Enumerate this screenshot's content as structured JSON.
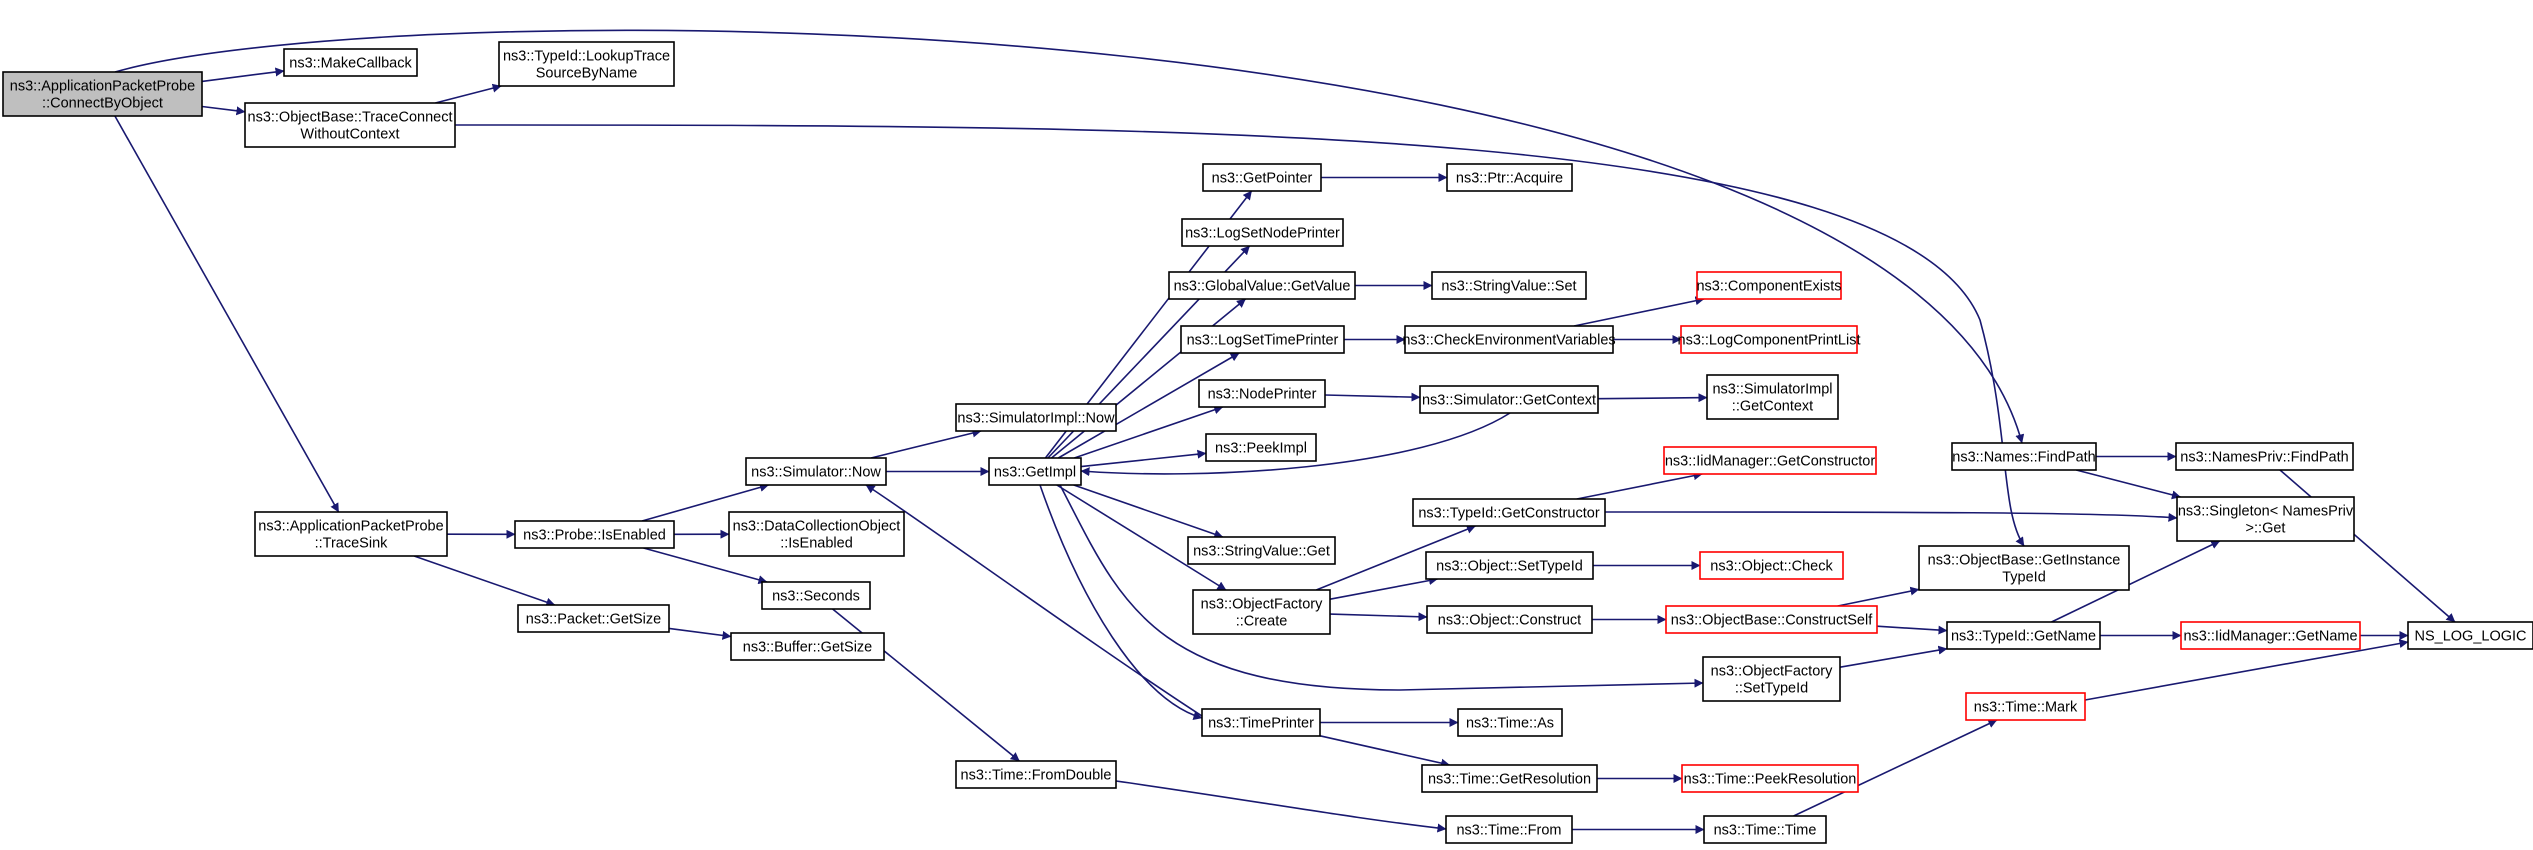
{
  "diagram": {
    "type": "call-graph",
    "colors": {
      "edge": "#191970",
      "root_fill": "#bfbfbf",
      "node_border": "#000000",
      "truncated_border": "#ff0000",
      "background": "#ffffff"
    },
    "nodes": [
      {
        "id": "n_root",
        "lines": [
          "ns3::ApplicationPacketProbe",
          "::ConnectByObject"
        ],
        "root": true
      },
      {
        "id": "n_makecb",
        "lines": [
          "ns3::MakeCallback"
        ]
      },
      {
        "id": "n_tracecon",
        "lines": [
          "ns3::ObjectBase::TraceConnect",
          "WithoutContext"
        ]
      },
      {
        "id": "n_lookup",
        "lines": [
          "ns3::TypeId::LookupTrace",
          "SourceByName"
        ]
      },
      {
        "id": "n_tracesink",
        "lines": [
          "ns3::ApplicationPacketProbe",
          "::TraceSink"
        ]
      },
      {
        "id": "n_probe",
        "lines": [
          "ns3::Probe::IsEnabled"
        ]
      },
      {
        "id": "n_pktsize",
        "lines": [
          "ns3::Packet::GetSize"
        ]
      },
      {
        "id": "n_bufsize",
        "lines": [
          "ns3::Buffer::GetSize"
        ]
      },
      {
        "id": "n_simnow",
        "lines": [
          "ns3::Simulator::Now"
        ]
      },
      {
        "id": "n_dco",
        "lines": [
          "ns3::DataCollectionObject",
          "::IsEnabled"
        ]
      },
      {
        "id": "n_seconds",
        "lines": [
          "ns3::Seconds"
        ]
      },
      {
        "id": "n_fromdouble",
        "lines": [
          "ns3::Time::FromDouble"
        ]
      },
      {
        "id": "n_simimplnow",
        "lines": [
          "ns3::SimulatorImpl::Now"
        ]
      },
      {
        "id": "n_getimpl",
        "lines": [
          "ns3::GetImpl"
        ]
      },
      {
        "id": "n_getpointer",
        "lines": [
          "ns3::GetPointer"
        ]
      },
      {
        "id": "n_logsetnode",
        "lines": [
          "ns3::LogSetNodePrinter"
        ]
      },
      {
        "id": "n_gvget",
        "lines": [
          "ns3::GlobalValue::GetValue"
        ]
      },
      {
        "id": "n_logsettime",
        "lines": [
          "ns3::LogSetTimePrinter"
        ]
      },
      {
        "id": "n_nodeprinter",
        "lines": [
          "ns3::NodePrinter"
        ]
      },
      {
        "id": "n_peekimpl",
        "lines": [
          "ns3::PeekImpl"
        ]
      },
      {
        "id": "n_svget",
        "lines": [
          "ns3::StringValue::Get"
        ]
      },
      {
        "id": "n_ofcreate",
        "lines": [
          "ns3::ObjectFactory",
          "::Create"
        ]
      },
      {
        "id": "n_timeprinter",
        "lines": [
          "ns3::TimePrinter"
        ]
      },
      {
        "id": "n_ptracq",
        "lines": [
          "ns3::Ptr::Acquire"
        ]
      },
      {
        "id": "n_svset",
        "lines": [
          "ns3::StringValue::Set"
        ]
      },
      {
        "id": "n_checkenv",
        "lines": [
          "ns3::CheckEnvironmentVariables"
        ]
      },
      {
        "id": "n_compexists",
        "lines": [
          "ns3::ComponentExists"
        ],
        "truncated": true
      },
      {
        "id": "n_logcomp",
        "lines": [
          "ns3::LogComponentPrintList"
        ],
        "truncated": true
      },
      {
        "id": "n_simgetctx",
        "lines": [
          "ns3::Simulator::GetContext"
        ]
      },
      {
        "id": "n_simimplctx",
        "lines": [
          "ns3::SimulatorImpl",
          "::GetContext"
        ]
      },
      {
        "id": "n_tidgetcons",
        "lines": [
          "ns3::TypeId::GetConstructor"
        ]
      },
      {
        "id": "n_iidgetcons",
        "lines": [
          "ns3::IidManager::GetConstructor"
        ],
        "truncated": true
      },
      {
        "id": "n_objsettid",
        "lines": [
          "ns3::Object::SetTypeId"
        ]
      },
      {
        "id": "n_objcheck",
        "lines": [
          "ns3::Object::Check"
        ],
        "truncated": true
      },
      {
        "id": "n_objconstruct",
        "lines": [
          "ns3::Object::Construct"
        ]
      },
      {
        "id": "n_constructself",
        "lines": [
          "ns3::ObjectBase::ConstructSelf"
        ],
        "truncated": true
      },
      {
        "id": "n_ofsettid",
        "lines": [
          "ns3::ObjectFactory",
          "::SetTypeId"
        ]
      },
      {
        "id": "n_getinst",
        "lines": [
          "ns3::ObjectBase::GetInstance",
          "TypeId"
        ]
      },
      {
        "id": "n_tidgetname",
        "lines": [
          "ns3::TypeId::GetName"
        ]
      },
      {
        "id": "n_iidgetname",
        "lines": [
          "ns3::IidManager::GetName"
        ],
        "truncated": true
      },
      {
        "id": "n_nslog",
        "lines": [
          "NS_LOG_LOGIC"
        ]
      },
      {
        "id": "n_namesfind",
        "lines": [
          "ns3::Names::FindPath"
        ]
      },
      {
        "id": "n_npfind",
        "lines": [
          "ns3::NamesPriv::FindPath"
        ]
      },
      {
        "id": "n_singleton",
        "lines": [
          "ns3::Singleton< NamesPriv",
          " >::Get"
        ]
      },
      {
        "id": "n_timeas",
        "lines": [
          "ns3::Time::As"
        ]
      },
      {
        "id": "n_timegetres",
        "lines": [
          "ns3::Time::GetResolution"
        ]
      },
      {
        "id": "n_peekres",
        "lines": [
          "ns3::Time::PeekResolution"
        ],
        "truncated": true
      },
      {
        "id": "n_timefrom",
        "lines": [
          "ns3::Time::From"
        ]
      },
      {
        "id": "n_timetime",
        "lines": [
          "ns3::Time::Time"
        ]
      },
      {
        "id": "n_timemark",
        "lines": [
          "ns3::Time::Mark"
        ],
        "truncated": true
      }
    ],
    "edges": [
      [
        "n_root",
        "n_makecb"
      ],
      [
        "n_root",
        "n_tracecon"
      ],
      [
        "n_root",
        "n_tracesink"
      ],
      [
        "n_root",
        "n_namesfind"
      ],
      [
        "n_tracecon",
        "n_lookup"
      ],
      [
        "n_tracecon",
        "n_getinst"
      ],
      [
        "n_tracesink",
        "n_probe"
      ],
      [
        "n_tracesink",
        "n_pktsize"
      ],
      [
        "n_pktsize",
        "n_bufsize"
      ],
      [
        "n_probe",
        "n_simnow"
      ],
      [
        "n_probe",
        "n_dco"
      ],
      [
        "n_probe",
        "n_seconds"
      ],
      [
        "n_seconds",
        "n_fromdouble"
      ],
      [
        "n_fromdouble",
        "n_timefrom"
      ],
      [
        "n_simnow",
        "n_simimplnow"
      ],
      [
        "n_simnow",
        "n_getimpl"
      ],
      [
        "n_getimpl",
        "n_getpointer"
      ],
      [
        "n_getimpl",
        "n_logsetnode"
      ],
      [
        "n_getimpl",
        "n_gvget"
      ],
      [
        "n_getimpl",
        "n_logsettime"
      ],
      [
        "n_getimpl",
        "n_nodeprinter"
      ],
      [
        "n_getimpl",
        "n_peekimpl"
      ],
      [
        "n_getimpl",
        "n_svget"
      ],
      [
        "n_getimpl",
        "n_ofcreate"
      ],
      [
        "n_getimpl",
        "n_timeprinter"
      ],
      [
        "n_getimpl",
        "n_ofsettid"
      ],
      [
        "n_getpointer",
        "n_ptracq"
      ],
      [
        "n_gvget",
        "n_svset"
      ],
      [
        "n_logsettime",
        "n_checkenv"
      ],
      [
        "n_checkenv",
        "n_compexists"
      ],
      [
        "n_checkenv",
        "n_logcomp"
      ],
      [
        "n_nodeprinter",
        "n_simgetctx"
      ],
      [
        "n_simgetctx",
        "n_simimplctx"
      ],
      [
        "n_simgetctx",
        "n_getimpl"
      ],
      [
        "n_ofcreate",
        "n_tidgetcons"
      ],
      [
        "n_ofcreate",
        "n_objsettid"
      ],
      [
        "n_ofcreate",
        "n_objconstruct"
      ],
      [
        "n_tidgetcons",
        "n_iidgetcons"
      ],
      [
        "n_tidgetcons",
        "n_singleton"
      ],
      [
        "n_objsettid",
        "n_objcheck"
      ],
      [
        "n_objconstruct",
        "n_constructself"
      ],
      [
        "n_constructself",
        "n_getinst"
      ],
      [
        "n_constructself",
        "n_tidgetname"
      ],
      [
        "n_ofsettid",
        "n_tidgetname"
      ],
      [
        "n_tidgetname",
        "n_iidgetname"
      ],
      [
        "n_tidgetname",
        "n_singleton"
      ],
      [
        "n_iidgetname",
        "n_nslog"
      ],
      [
        "n_namesfind",
        "n_npfind"
      ],
      [
        "n_namesfind",
        "n_singleton"
      ],
      [
        "n_npfind",
        "n_nslog"
      ],
      [
        "n_timeprinter",
        "n_simnow"
      ],
      [
        "n_timeprinter",
        "n_timeas"
      ],
      [
        "n_timeprinter",
        "n_timegetres"
      ],
      [
        "n_timegetres",
        "n_peekres"
      ],
      [
        "n_timefrom",
        "n_timetime"
      ],
      [
        "n_timetime",
        "n_timemark"
      ],
      [
        "n_timemark",
        "n_nslog"
      ]
    ]
  }
}
